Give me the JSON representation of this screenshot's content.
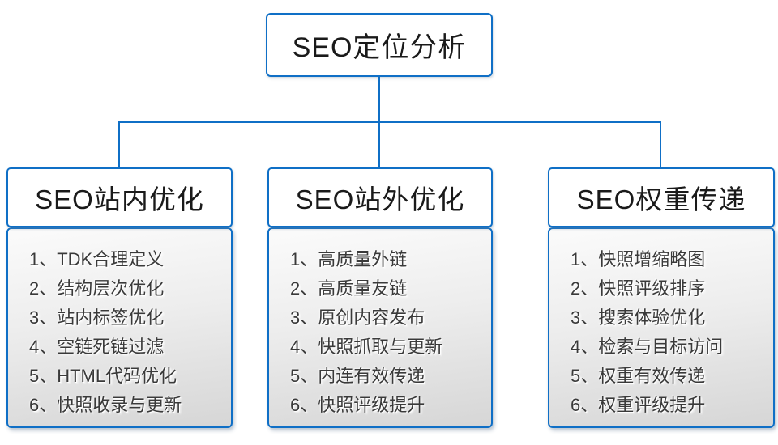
{
  "colors": {
    "accent_blue": "#0f6fc6",
    "body_gradient_top": "#fbfbfb",
    "body_gradient_bottom": "#d6d6d6",
    "text_dark": "#1a1a1a",
    "list_text": "#3a3a3a"
  },
  "root": {
    "title": "SEO定位分析"
  },
  "columns": [
    {
      "title": "SEO站内优化",
      "items": [
        "1、TDK合理定义",
        "2、结构层次优化",
        "3、站内标签优化",
        "4、空链死链过滤",
        "5、HTML代码优化",
        "6、快照收录与更新"
      ]
    },
    {
      "title": "SEO站外优化",
      "items": [
        "1、高质量外链",
        "2、高质量友链",
        "3、原创内容发布",
        "4、快照抓取与更新",
        "5、内连有效传递",
        "6、快照评级提升"
      ]
    },
    {
      "title": "SEO权重传递",
      "items": [
        "1、快照增缩略图",
        "2、快照评级排序",
        "3、搜索体验优化",
        "4、检索与目标访问",
        "5、权重有效传递",
        "6、权重评级提升"
      ]
    }
  ]
}
